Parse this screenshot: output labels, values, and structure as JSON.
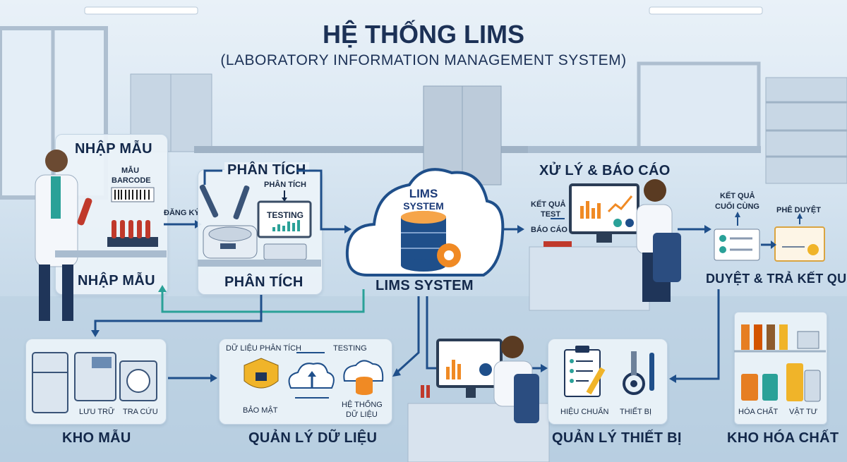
{
  "title": "HỆ THỐNG LIMS",
  "subtitle": "(LABORATORY INFORMATION MANAGEMENT SYSTEM)",
  "center": {
    "cloud_line1": "LIMS",
    "cloud_line2": "SYSTEM",
    "label": "LIMS SYSTEM"
  },
  "nhap_mau": {
    "header": "NHẬP MẪU",
    "footer": "NHẬP MẪU",
    "sample_label_1": "MẪU",
    "sample_label_2": "BARCODE",
    "arrow_label": "ĐĂNG KÝ"
  },
  "phan_tich": {
    "header": "PHÂN TÍCH",
    "footer": "PHÂN TÍCH",
    "small_label": "PHÂN TÍCH",
    "screen_label": "TESTING"
  },
  "xu_ly": {
    "header": "XỬ LÝ & BÁO CÁO",
    "label_1": "KẾT QUẢ",
    "label_2": "TEST",
    "label_3": "BÁO CÁO"
  },
  "duyet": {
    "header": "DUYỆT & TRẢ KẾT QUẢ",
    "label_1": "KẾT QUẢ",
    "label_2": "CUỐI CÙNG",
    "label_3": "PHÊ DUYỆT"
  },
  "kho_mau": {
    "header": "KHO MẪU",
    "label_1": "LƯU TRỮ",
    "label_2": "TRA CỨU"
  },
  "quan_ly_du_lieu": {
    "header": "QUẢN LÝ DỮ LIỆU",
    "label_1": "DỮ LIỆU PHÂN TÍCH",
    "label_2": "TESTING",
    "label_3": "BẢO MẬT",
    "label_4a": "HỆ THỐNG",
    "label_4b": "DỮ LIỆU"
  },
  "quan_ly_thiet_bi": {
    "header": "QUẢN LÝ THIẾT BỊ",
    "label_1": "HIỆU CHUẨN",
    "label_2": "THIẾT BỊ"
  },
  "kho_hoa_chat": {
    "header": "KHO HÓA CHẤT",
    "label_1": "HÓA CHẤT",
    "label_2": "VẬT TƯ"
  },
  "colors": {
    "accent_blue": "#1f4f8a",
    "teal": "#2aa198",
    "orange": "#f08a24",
    "navy": "#13284a"
  }
}
